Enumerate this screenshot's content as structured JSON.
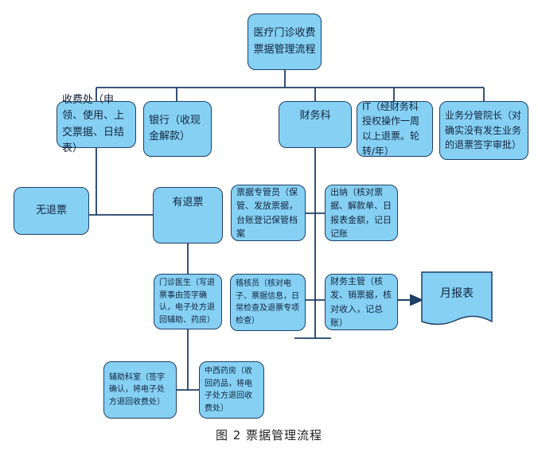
{
  "diagram": {
    "root": "医疗门诊收费票据管理流程",
    "fee_office": "收费处（申领、使用、上交票据、日结表）",
    "bank": "银行（收现金解款）",
    "finance": "财务科",
    "it": "IT（经财务科授权操作一周以上退票。轮转/年）",
    "vice_president": "业务分管院长（对确实没有发生业务的退票签字审批）",
    "no_refund": "无退票",
    "has_refund": "有退票",
    "bill_keeper": "票据专管员（保管、发放票据，台账登记保管档案",
    "cashier": "出纳（核对票据、解款单、日报表金额，记日记账",
    "clinic_doctor": "门诊医生（写退票事由签字确认，电子处方退回辅助、药房）",
    "auditor": "稽核员（核对电子、票据信息，日常检查及退票专项检查）",
    "finance_supervisor": "财务主管（核发、销票据，核对收入，记总账）",
    "monthly_report": "月报表",
    "aux_dept": "辅助科室（签字确认，将电子处方退回收费处）",
    "pharmacy": "中西药房（收回药品，将电子处方退回收费处）"
  },
  "caption": "图 2  票据管理流程",
  "colors": {
    "box_fill": "#86d0f4",
    "box_border": "#1f3f67",
    "line": "#1f3f67",
    "arrow": "#1f3f67"
  }
}
